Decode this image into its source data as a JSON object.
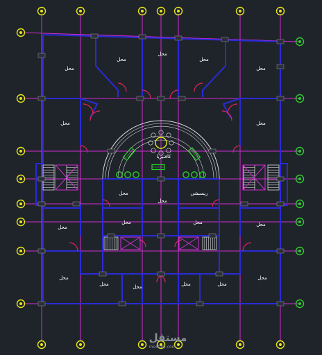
{
  "labels": {
    "shop": "محل",
    "cafeteria": "كافتيريا",
    "reception": "ريسبشن"
  },
  "watermark": {
    "arabic": "مستقل",
    "latin": "mostaql.com"
  },
  "colors": {
    "background": "#1f242b",
    "grid": "#d22cd2",
    "walls": "#2a2ad6",
    "doors": "#e0245a",
    "bubble_yellow": "#e6e61a",
    "bubble_green": "#2ecc2e",
    "furniture_green": "#2ecc2e",
    "stair": "#d9d9d9",
    "text": "#ffffff"
  }
}
